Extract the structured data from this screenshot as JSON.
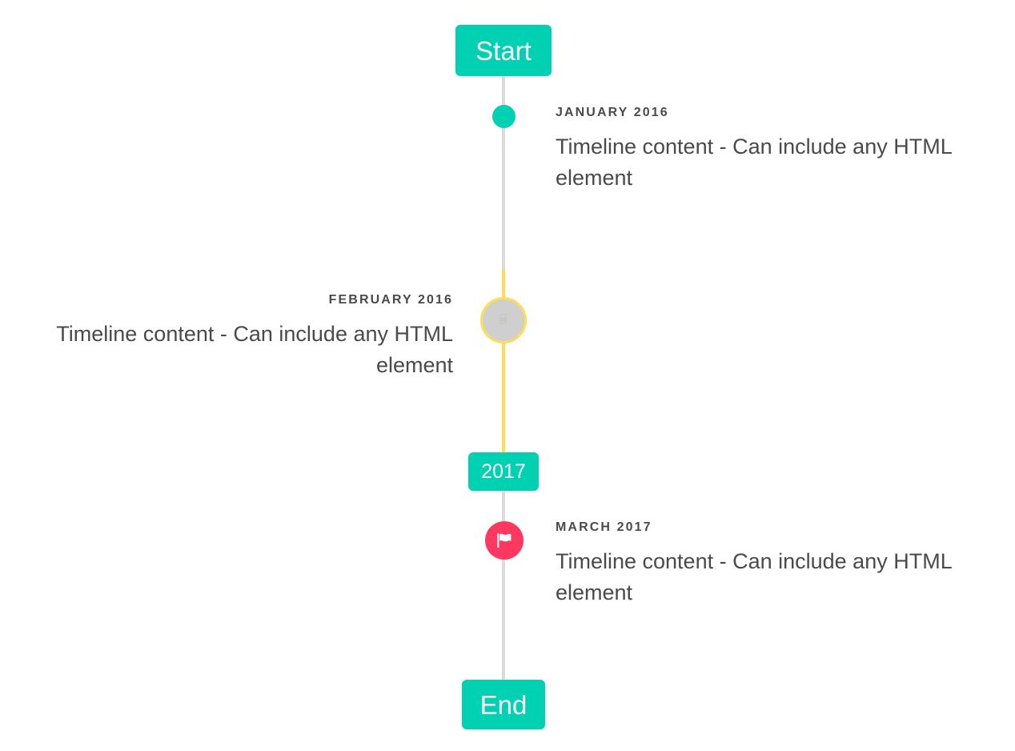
{
  "timeline": {
    "headers": [
      {
        "id": "start",
        "label": "Start",
        "color": "#00d1b2"
      },
      {
        "id": "year",
        "label": "2017",
        "color": "#00d1b2"
      },
      {
        "id": "end",
        "label": "End",
        "color": "#00d1b2"
      }
    ],
    "line": {
      "default_color": "#dbdbdb",
      "highlight_color": "#ffdd57"
    },
    "items": [
      {
        "id": "january-2016",
        "heading": "JANUARY 2016",
        "body": "Timeline content - Can include any HTML element",
        "side": "right",
        "marker": {
          "type": "dot",
          "icon": "",
          "color": "#00d1b2"
        }
      },
      {
        "id": "february-2016",
        "heading": "FEBRUARY 2016",
        "body": "Timeline content - Can include any HTML element",
        "side": "left",
        "marker": {
          "type": "ring",
          "icon": "missing-glyph-icon",
          "color": "#cfcfcf",
          "ring_color": "#ffdd57",
          "glyph": "⌸"
        }
      },
      {
        "id": "march-2017",
        "heading": "MARCH 2017",
        "body": "Timeline content - Can include any HTML element",
        "side": "right",
        "marker": {
          "type": "flag",
          "icon": "flag-icon",
          "color": "#ff3860"
        }
      }
    ]
  }
}
